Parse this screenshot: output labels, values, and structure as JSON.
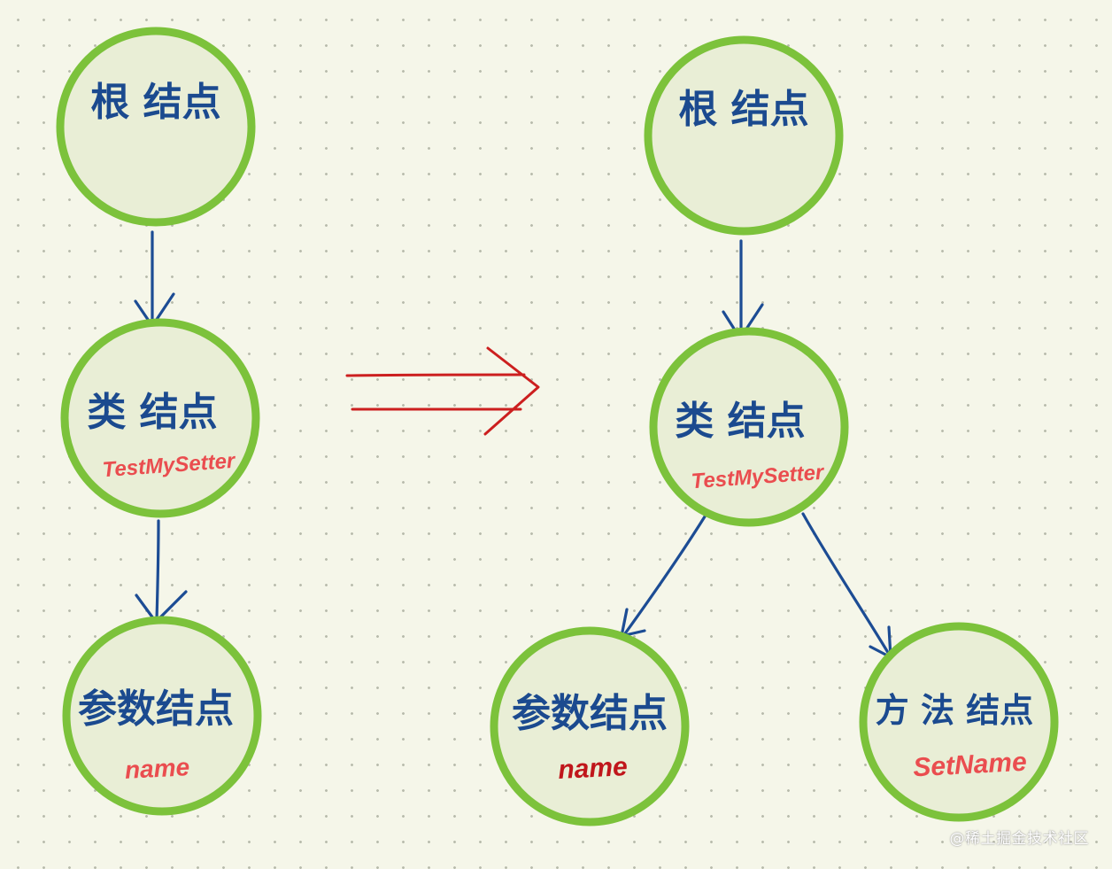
{
  "left_tree": {
    "root": {
      "title": "根 结点"
    },
    "class": {
      "title": "类 结点",
      "subtitle": "TestMySetter"
    },
    "param": {
      "title": "参数结点",
      "subtitle": "name"
    }
  },
  "right_tree": {
    "root": {
      "title": "根 结点"
    },
    "class": {
      "title": "类 结点",
      "subtitle": "TestMySetter"
    },
    "param": {
      "title": "参数结点",
      "subtitle": "name"
    },
    "method": {
      "title": "方 法 结点",
      "subtitle": "SetName"
    }
  },
  "colors": {
    "node_stroke": "#7cc23b",
    "node_fill": "#e9eed6",
    "edge": "#1c4c94",
    "title_text": "#1b4a8f",
    "subtitle_text": "#ea4d4f",
    "transform_arrow": "#cc1f1f"
  },
  "watermark": "@稀土掘金技术社区"
}
